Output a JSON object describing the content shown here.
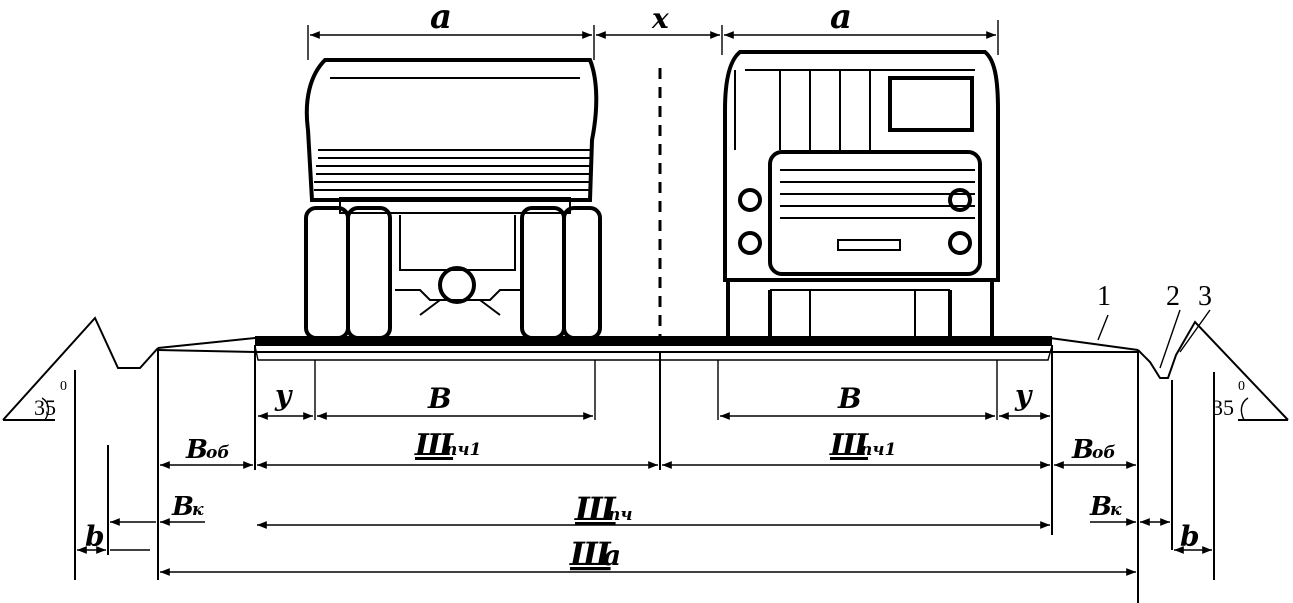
{
  "labels": {
    "a_left": "a",
    "a_right": "a",
    "x": "x",
    "y_left": "y",
    "y_right": "y",
    "b_left": "B",
    "b_right": "B",
    "shpch1_left_main": "Ш",
    "shpch1_left_sub": "пч1",
    "shpch1_right_main": "Ш",
    "shpch1_right_sub": "пч1",
    "bob_left_main": "В",
    "bob_left_sub": "об",
    "bob_right_main": "В",
    "bob_right_sub": "об",
    "bk_left_main": "В",
    "bk_left_sub": "к",
    "bk_right_main": "В",
    "bk_right_sub": "к",
    "shpch_main": "Ш",
    "shpch_sub": "пч",
    "sha_main": "Ш",
    "sha_sub": "а",
    "small_b_left": "b",
    "small_b_right": "b",
    "angle_left": "35",
    "angle_right": "35",
    "degree_left": "0",
    "degree_right": "0",
    "callout_1": "1",
    "callout_2": "2",
    "callout_3": "3"
  }
}
